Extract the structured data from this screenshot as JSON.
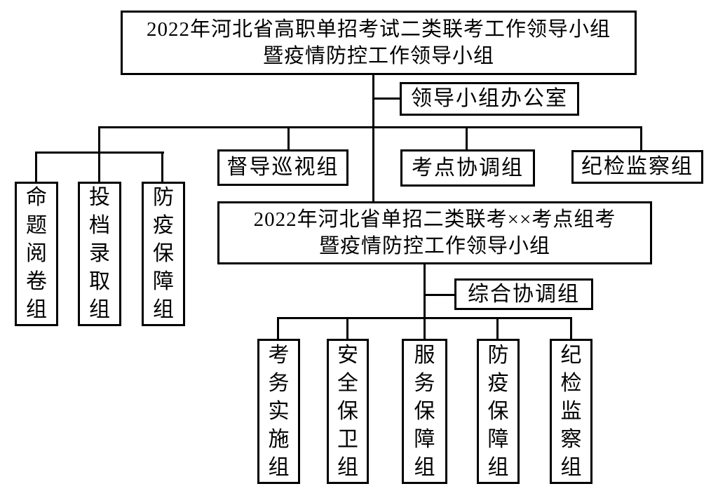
{
  "colors": {
    "border": "#000000",
    "connector": "#000000",
    "text": "#000000",
    "background": "#ffffff"
  },
  "nodes": {
    "root": {
      "line1": "2022年河北省高职单招考试二类联考工作领导小组",
      "line2": "暨疫情防控工作领导小组"
    },
    "office": {
      "label": "领导小组办公室"
    },
    "proposition_marking": {
      "label": "命题阅卷组"
    },
    "filing_admission": {
      "label": "投档录取组"
    },
    "epidemic_support_left": {
      "label": "防疫保障组"
    },
    "supervision_inspection": {
      "label": "督导巡视组"
    },
    "site_coordination": {
      "label": "考点协调组"
    },
    "discipline_top": {
      "label": "纪检监察组"
    },
    "site_root": {
      "line1": "2022年河北省单招二类联考××考点组考",
      "line2": "暨疫情防控工作领导小组"
    },
    "general_coordination": {
      "label": "综合协调组"
    },
    "exam_implementation": {
      "label": "考务实施组"
    },
    "security_guard": {
      "label": "安全保卫组"
    },
    "service_support": {
      "label": "服务保障组"
    },
    "epidemic_support_bottom": {
      "label": "防疫保障组"
    },
    "discipline_bottom": {
      "label": "纪检监察组"
    }
  }
}
